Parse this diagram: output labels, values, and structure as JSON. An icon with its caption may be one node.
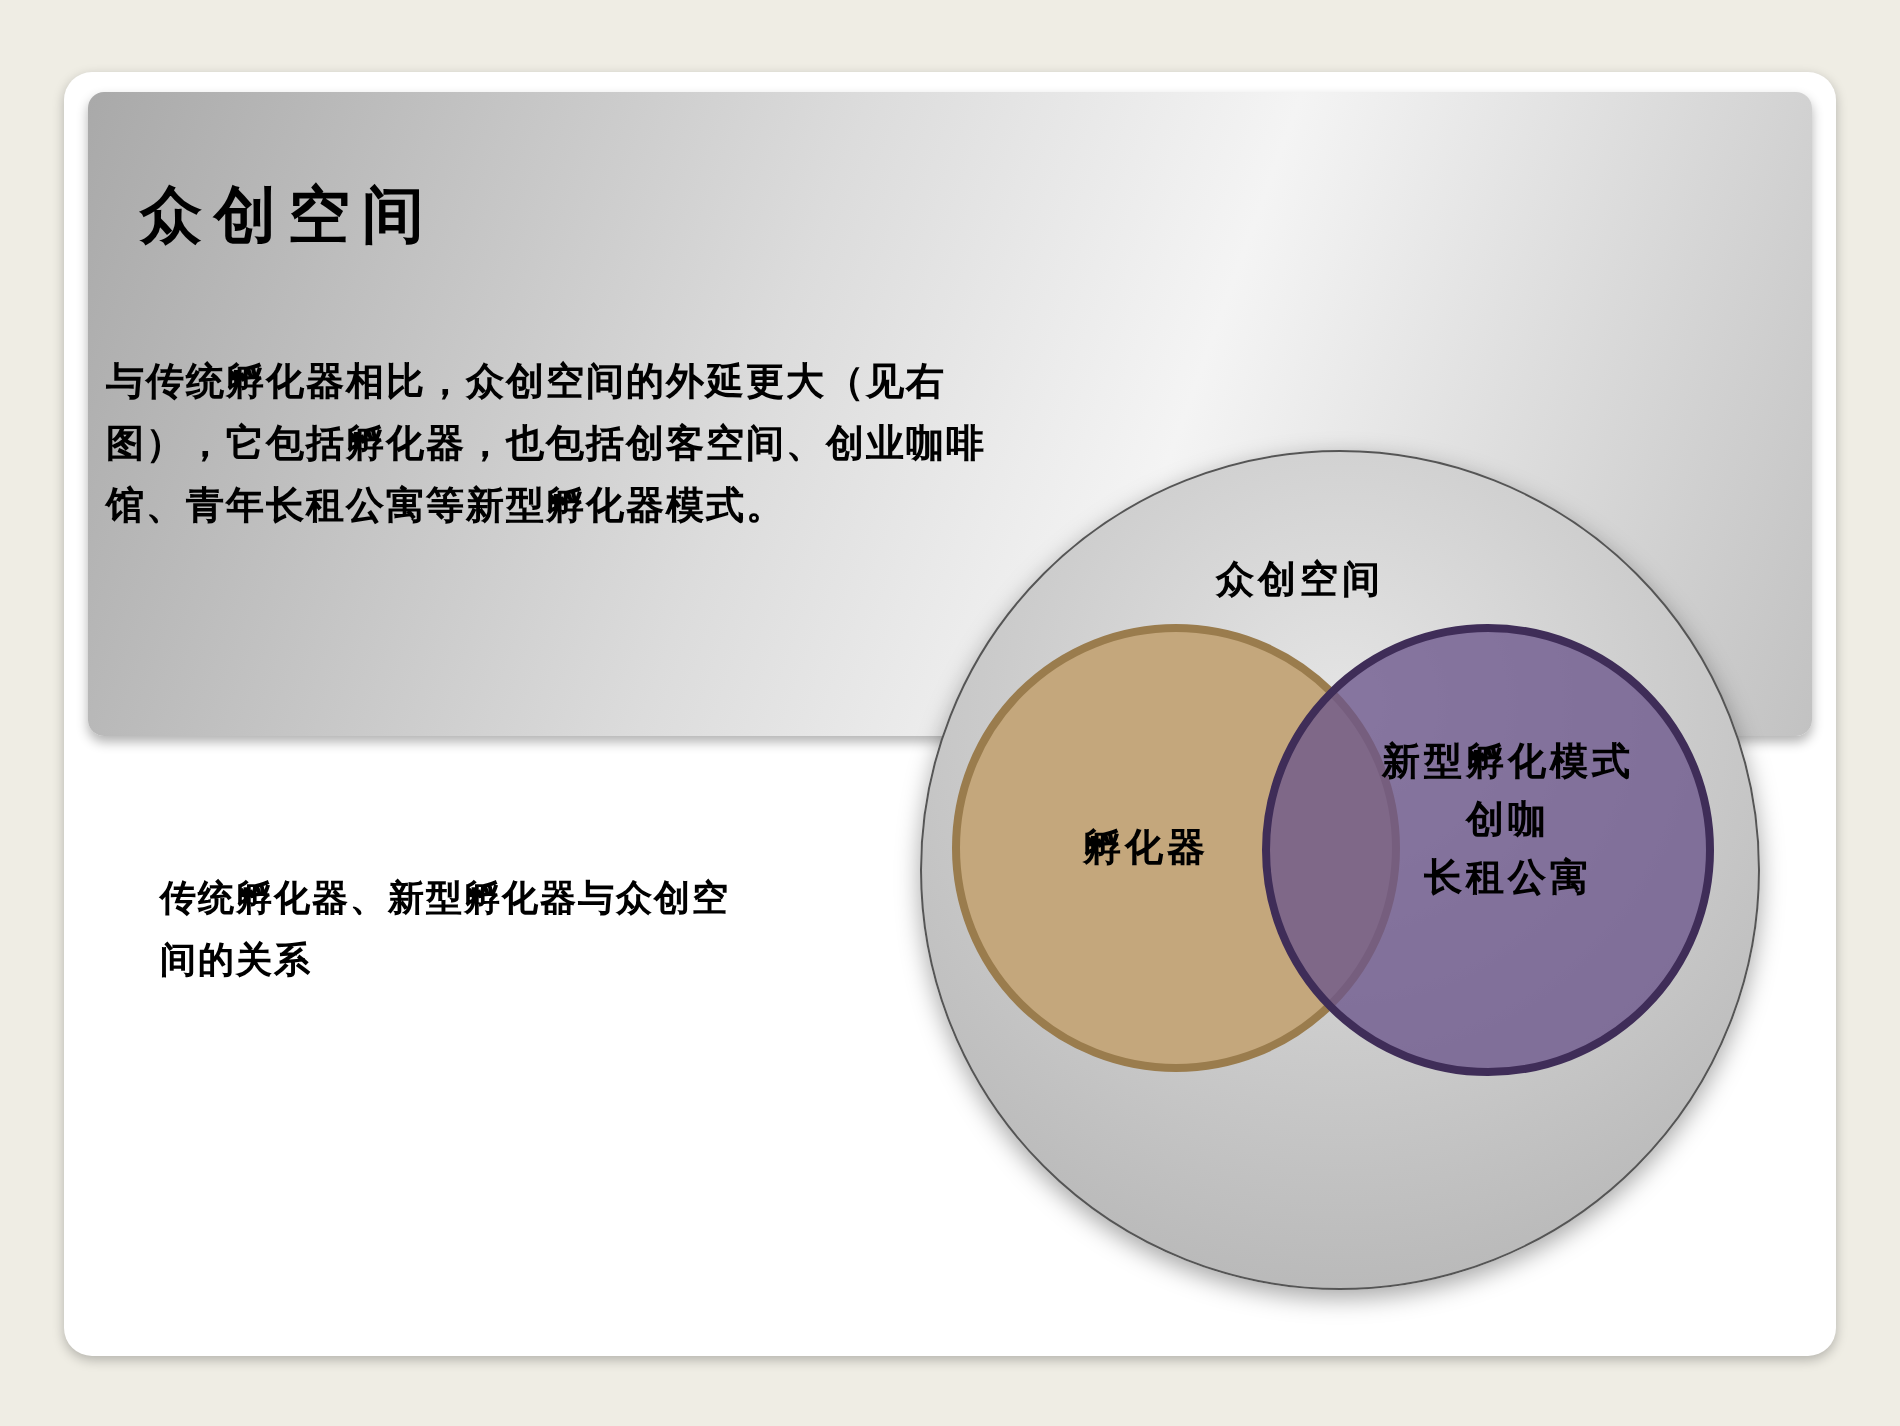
{
  "diagram": {
    "title": "众创空间",
    "caption": "传统孵化器、新型孵化器与众创空间的关系",
    "nodes": [
      {
        "text": [
          "众创空间"
        ]
      },
      {
        "text": [
          "孵化器"
        ],
        "in": 0
      },
      {
        "text": [
          "新型孵化模式",
          "创咖",
          "长租公寓"
        ],
        "in": 0
      }
    ],
    "labels": [
      "与传统孵化器相比，众创空间的外延更大（见右图），它包括孵化器，也包括创客空间、创业咖啡馆、青年长租公寓等新型孵化器模式。"
    ]
  }
}
